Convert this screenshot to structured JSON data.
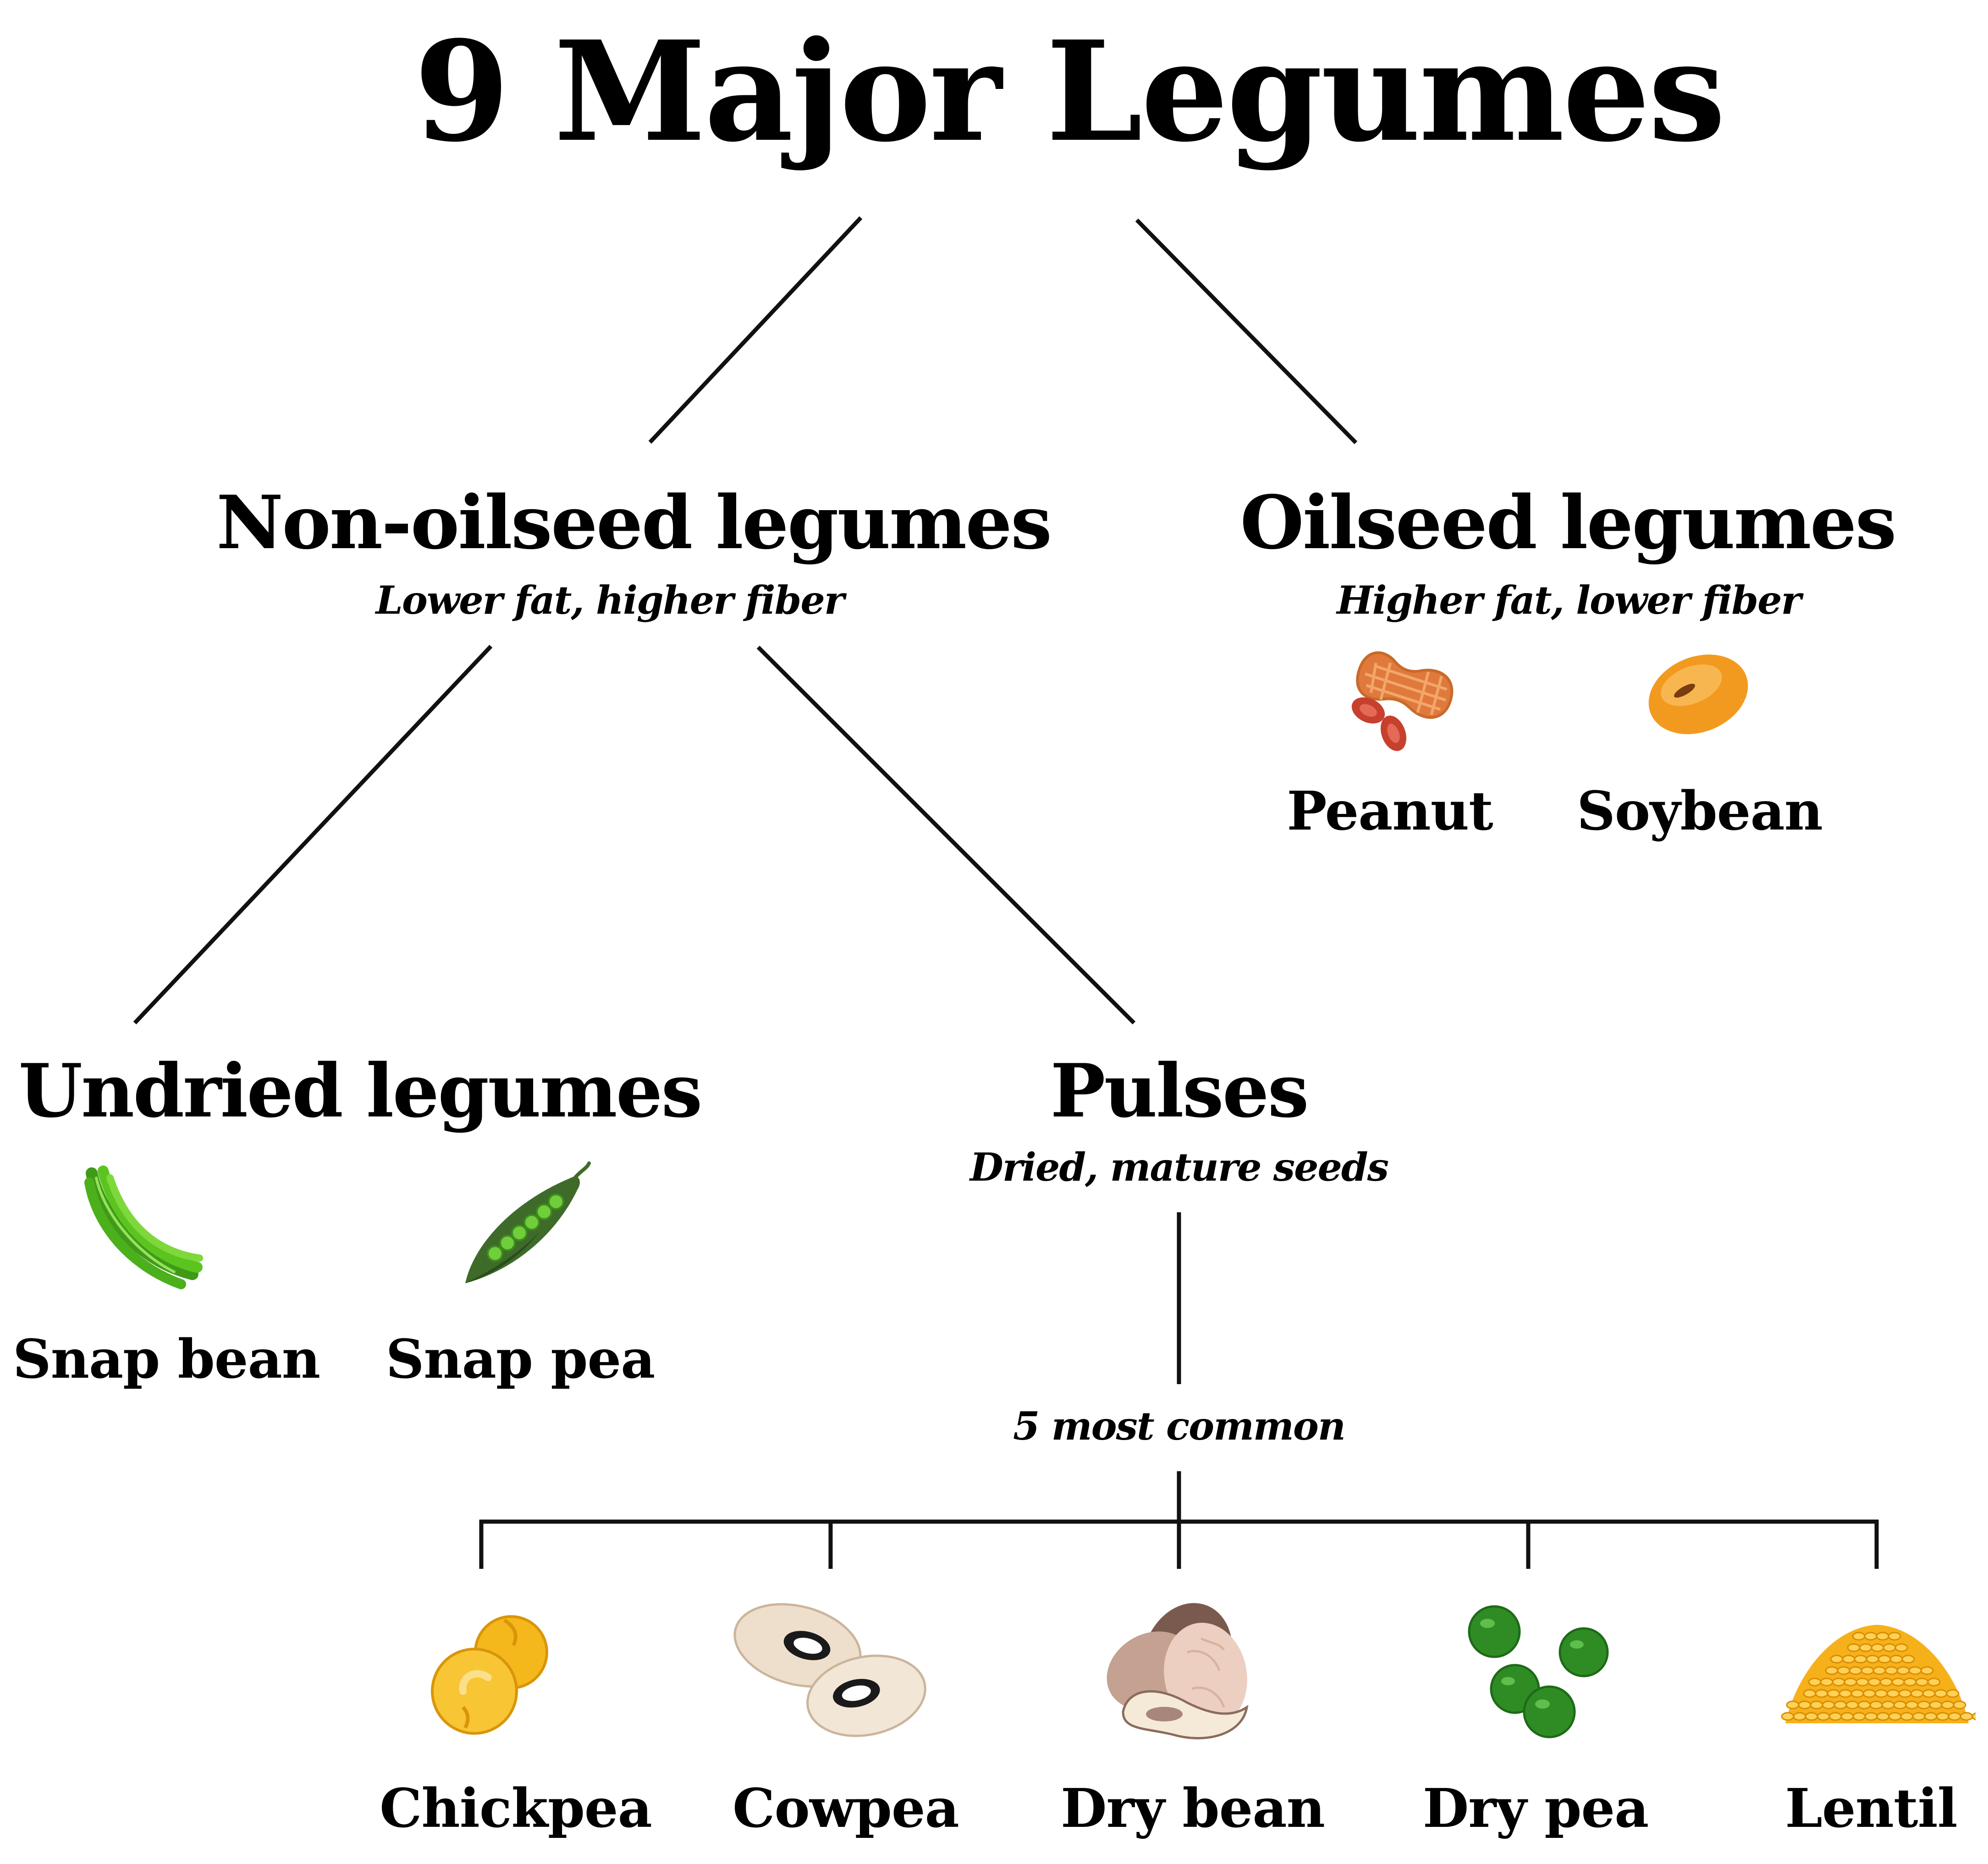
{
  "title": "9 Major Legumes",
  "non_oilseed": {
    "label": "Non-oilseed legumes",
    "note": "Lower fat, higher fiber"
  },
  "oilseed": {
    "label": "Oilseed legumes",
    "note": "Higher fat, lower fiber",
    "items": [
      {
        "label": "Peanut",
        "icon": "peanut-icon"
      },
      {
        "label": "Soybean",
        "icon": "soybean-icon"
      }
    ]
  },
  "undried": {
    "label": "Undried legumes",
    "items": [
      {
        "label": "Snap bean",
        "icon": "snap-bean-icon"
      },
      {
        "label": "Snap pea",
        "icon": "snap-pea-icon"
      }
    ]
  },
  "pulses": {
    "label": "Pulses",
    "note": "Dried, mature seeds",
    "common_note": "5 most common",
    "items": [
      {
        "label": "Chickpea",
        "icon": "chickpea-icon"
      },
      {
        "label": "Cowpea",
        "icon": "cowpea-icon"
      },
      {
        "label": "Dry bean",
        "icon": "dry-bean-icon"
      },
      {
        "label": "Dry pea",
        "icon": "dry-pea-icon"
      },
      {
        "label": "Lentil",
        "icon": "lentil-icon"
      }
    ]
  },
  "colors": {
    "peanut": "#e07a3c",
    "soybean": "#f29a1f",
    "snap_bean": "#5cc41f",
    "snap_pea": "#3f6b2a",
    "chickpea": "#f5b81c",
    "cowpea": "#eedfcc",
    "dry_bean": "#c4a191",
    "dry_pea": "#2f8c25",
    "lentil": "#f6b11a"
  }
}
